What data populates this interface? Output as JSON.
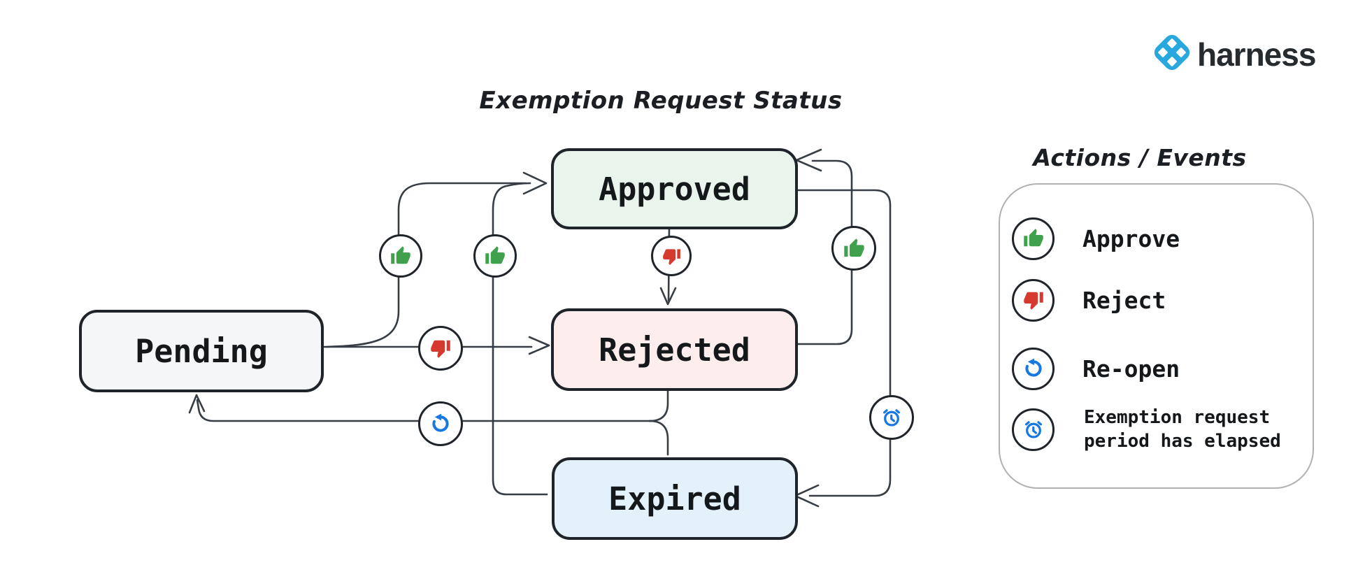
{
  "header": {
    "brand": "harness"
  },
  "diagram": {
    "title": "Exemption Request Status",
    "states": [
      {
        "name": "Pending",
        "fill": "#f4f6f7"
      },
      {
        "name": "Approved",
        "fill": "#e9f5ec"
      },
      {
        "name": "Rejected",
        "fill": "#fdeeed"
      },
      {
        "name": "Expired",
        "fill": "#e3f1fb"
      }
    ],
    "transitions": [
      {
        "from": "Pending",
        "to": "Approved",
        "action": "Approve"
      },
      {
        "from": "Pending",
        "to": "Rejected",
        "action": "Reject"
      },
      {
        "from": "Approved",
        "to": "Rejected",
        "action": "Reject"
      },
      {
        "from": "Rejected",
        "to": "Approved",
        "action": "Approve"
      },
      {
        "from": "Expired",
        "to": "Approved",
        "action": "Approve"
      },
      {
        "from": "Approved",
        "to": "Expired",
        "action": "Exemption request period has elapsed"
      },
      {
        "from": "Rejected",
        "to": "Pending",
        "action": "Re-open"
      },
      {
        "from": "Expired",
        "to": "Pending",
        "action": "Re-open"
      }
    ]
  },
  "legend": {
    "title": "Actions / Events",
    "items": [
      {
        "icon": "thumb-up-icon",
        "label": "Approve"
      },
      {
        "icon": "thumb-down-icon",
        "label": "Reject"
      },
      {
        "icon": "reopen-icon",
        "label": "Re-open"
      },
      {
        "icon": "alarm-clock-icon",
        "label": "Exemption request period has elapsed"
      }
    ]
  },
  "colors": {
    "approve_green": "#3fa14b",
    "reject_red": "#d63a2f",
    "event_blue": "#1778e0",
    "wire": "#363d44",
    "box_border": "#1f242a",
    "legend_border": "#b1b1b1",
    "brand_blue": "#29a8e0"
  }
}
